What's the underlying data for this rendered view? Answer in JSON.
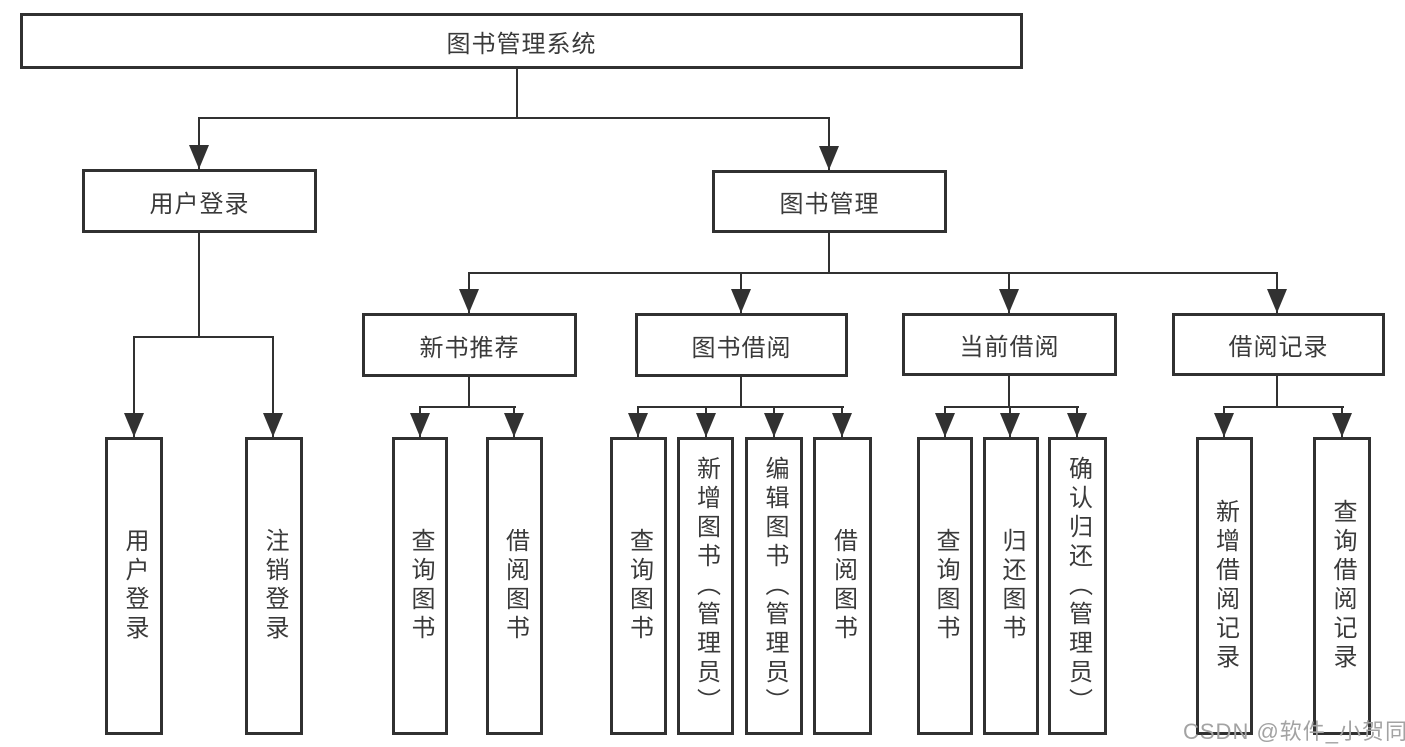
{
  "diagram": {
    "title": "图书管理系统",
    "level2": [
      {
        "label": "用户登录"
      },
      {
        "label": "图书管理"
      }
    ],
    "level3": [
      {
        "label": "新书推荐"
      },
      {
        "label": "图书借阅"
      },
      {
        "label": "当前借阅"
      },
      {
        "label": "借阅记录"
      }
    ],
    "leaves": {
      "user": [
        "用户登录",
        "注销登录"
      ],
      "recommend": [
        "查询图书",
        "借阅图书"
      ],
      "borrow": [
        "查询图书",
        "新增图书（管理员）",
        "编辑图书（管理员）",
        "借阅图书"
      ],
      "current": [
        "查询图书",
        "归还图书",
        "确认归还（管理员）"
      ],
      "records": [
        "新增借阅记录",
        "查询借阅记录"
      ]
    },
    "watermark": "CSDN @软件_小贺同学",
    "colors": {
      "line": "#313131",
      "text": "#3a3a3a",
      "watermark": "#a3a3a3",
      "background": "#ffffff"
    }
  }
}
